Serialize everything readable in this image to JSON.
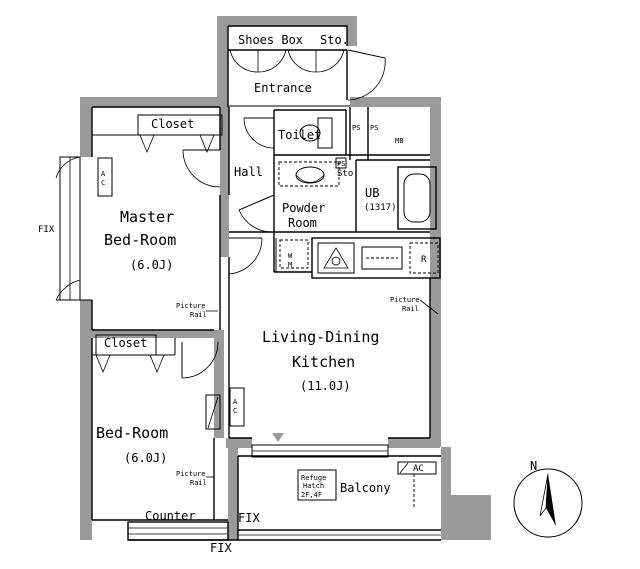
{
  "rooms": {
    "shoes_box": "Shoes Box",
    "sto_top": "Sto.",
    "entrance": "Entrance",
    "toilet": "Toilet",
    "ps1": "PS",
    "ps2": "PS",
    "mb": "MB",
    "closet_top": "Closet",
    "hall": "Hall",
    "ps_small": "PS",
    "sto_mid": "Sto.",
    "powder_room_1": "Powder",
    "powder_room_2": "Room",
    "ub": "UB",
    "ub_size": "(1317)",
    "wm": "W\nM",
    "refrigerator": "R",
    "master_1": "Master",
    "master_2": "Bed-Room",
    "master_size": "(6.0J)",
    "ac_master": "A\nC",
    "fix_left": "FIX",
    "picture_rail_1a": "Picture",
    "picture_rail_1b": "Rail",
    "picture_rail_2a": "Picture",
    "picture_rail_2b": "Rail",
    "picture_rail_3a": "Picture",
    "picture_rail_3b": "Rail",
    "ldk_1": "Living-Dining",
    "ldk_2": "Kitchen",
    "ldk_size": "(11.0J)",
    "closet_bottom": "Closet",
    "ac_ldk": "A\nC",
    "bedroom": "Bed-Room",
    "bedroom_size": "(6.0J)",
    "refuge_1": "Refuge",
    "refuge_2": "Hatch",
    "refuge_3": "2F,4F",
    "balcony": "Balcony",
    "ac_balcony": "AC",
    "counter": "Counter",
    "fix_bottom_right": "FIX",
    "fix_bottom": "FIX",
    "north": "N"
  }
}
